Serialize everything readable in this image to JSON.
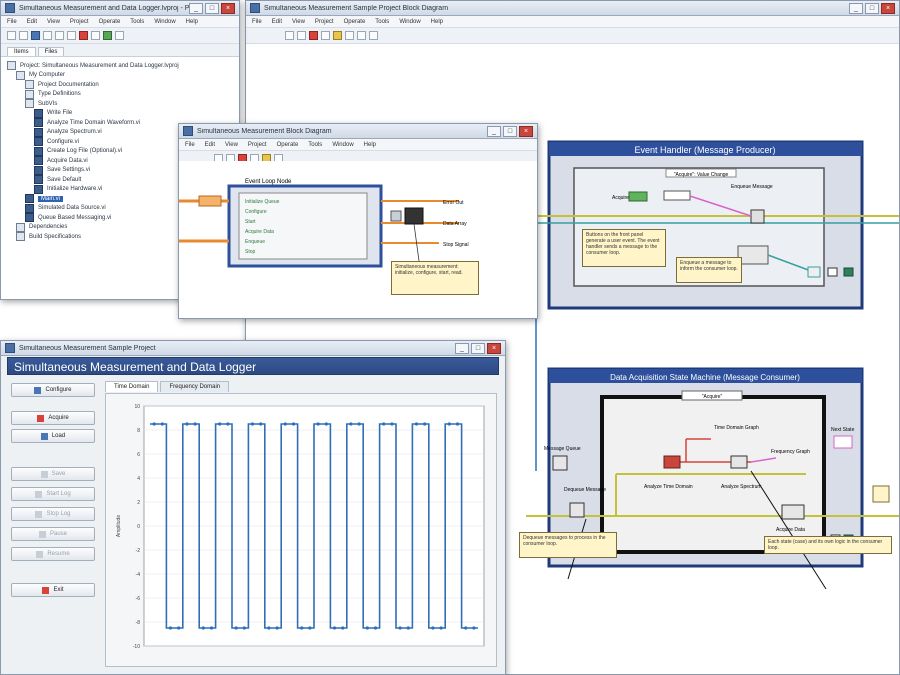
{
  "project_window": {
    "title": "Simultaneous Measurement and Data Logger.lvproj - Project Explorer",
    "menu": [
      "File",
      "Edit",
      "View",
      "Project",
      "Operate",
      "Tools",
      "Window",
      "Help"
    ],
    "tabs": [
      "Items",
      "Files"
    ],
    "tree": [
      {
        "label": "Project: Simultaneous Measurement and Data Logger.lvproj",
        "indent": 0,
        "kind": "proj"
      },
      {
        "label": "My Computer",
        "indent": 1,
        "kind": "folder"
      },
      {
        "label": "Project Documentation",
        "indent": 2,
        "kind": "folder"
      },
      {
        "label": "Type Definitions",
        "indent": 2,
        "kind": "folder"
      },
      {
        "label": "SubVIs",
        "indent": 2,
        "kind": "folder"
      },
      {
        "label": "Write File",
        "indent": 3,
        "kind": "vi"
      },
      {
        "label": "Analyze Time Domain Waveform.vi",
        "indent": 3,
        "kind": "vi"
      },
      {
        "label": "Analyze Spectrum.vi",
        "indent": 3,
        "kind": "vi"
      },
      {
        "label": "Configure.vi",
        "indent": 3,
        "kind": "vi"
      },
      {
        "label": "Create Log File (Optional).vi",
        "indent": 3,
        "kind": "vi"
      },
      {
        "label": "Acquire Data.vi",
        "indent": 3,
        "kind": "vi"
      },
      {
        "label": "Save Settings.vi",
        "indent": 3,
        "kind": "vi"
      },
      {
        "label": "Save Default",
        "indent": 3,
        "kind": "vi"
      },
      {
        "label": "Initialize Hardware.vi",
        "indent": 3,
        "kind": "vi"
      },
      {
        "label": "Main.vi",
        "indent": 2,
        "kind": "vi",
        "selected": true
      },
      {
        "label": "Simulated Data Source.vi",
        "indent": 2,
        "kind": "vi"
      },
      {
        "label": "Queue Based Messaging.vi",
        "indent": 2,
        "kind": "vi"
      },
      {
        "label": "Dependencies",
        "indent": 1,
        "kind": "folder"
      },
      {
        "label": "Build Specifications",
        "indent": 1,
        "kind": "folder"
      }
    ]
  },
  "main_diagram": {
    "title": "Simultaneous Measurement Sample Project Block Diagram",
    "menu": [
      "File",
      "Edit",
      "View",
      "Project",
      "Operate",
      "Tools",
      "Window",
      "Help"
    ],
    "event_loop_title": "Event Handler (Message Producer)",
    "event_case_label": "\"Acquire\": Value Change",
    "message_loop_title": "Data Acquisition State Machine (Message Consumer)",
    "message_case_label": "\"Acquire\"",
    "nodes": {
      "acquire": "Acquire",
      "enqueue": "Enqueue Message",
      "message_queue": "Message Queue",
      "dequeue": "Dequeue Message",
      "time_domain": "Time Domain Graph",
      "frequency": "Frequency Graph",
      "analyze_time": "Analyze Time Domain",
      "analyze_freq": "Analyze Spectrum",
      "acquire_data": "Acquire Data",
      "next_state": "Next State"
    },
    "notes": {
      "event_note": "Buttons on the front panel generate a user event. The event handler sends a message to the consumer loop.",
      "enqueue_note": "Enqueue a message to inform the consumer loop.",
      "dequeue_note": "Dequeue messages to process in the consumer loop.",
      "state_note": "Each state (case) and its own logic in the consumer loop."
    }
  },
  "small_diagram": {
    "title": "Simultaneous Measurement Block Diagram",
    "menu": [
      "File",
      "Edit",
      "View",
      "Project",
      "Operate",
      "Tools",
      "Window",
      "Help"
    ],
    "loop_label": "Event Loop Node",
    "code_lines": [
      "Initialize Queue",
      "Configure",
      "Start",
      "Acquire Data",
      "Enqueue",
      "Stop"
    ],
    "outputs": [
      "Error Out",
      "Data Array",
      "Stop Signal"
    ],
    "note": "Simultaneous measurement: initialize, configure, start, read."
  },
  "front_panel": {
    "title": "Simultaneous Measurement Sample Project",
    "header": "Simultaneous Measurement and Data Logger",
    "buttons": [
      {
        "label": "Configure",
        "enabled": true,
        "icon": "#4b76b5"
      },
      {
        "label": "Acquire",
        "enabled": true,
        "icon": "#d8423a"
      },
      {
        "label": "Load",
        "enabled": true,
        "icon": "#4b76b5"
      },
      {
        "label": "Save",
        "enabled": false,
        "icon": "#c8ced6"
      },
      {
        "label": "Start Log",
        "enabled": false,
        "icon": "#c8ced6"
      },
      {
        "label": "Stop Log",
        "enabled": false,
        "icon": "#c8ced6"
      },
      {
        "label": "Pause",
        "enabled": false,
        "icon": "#c8ced6"
      },
      {
        "label": "Resume",
        "enabled": false,
        "icon": "#c8ced6"
      },
      {
        "label": "Exit",
        "enabled": true,
        "icon": "#d8423a"
      }
    ],
    "graph_tabs": [
      "Time Domain",
      "Frequency Domain"
    ],
    "active_tab": "Time Domain",
    "y_axis_label": "Amplitude",
    "y_ticks": [
      "10",
      "8",
      "6",
      "4",
      "2",
      "0",
      "-2",
      "-4",
      "-6",
      "-8",
      "-10"
    ],
    "chart_data": {
      "type": "line",
      "title": "",
      "xlabel": "",
      "ylabel": "Amplitude",
      "ylim": [
        -10,
        10
      ],
      "grid": true,
      "series": [
        {
          "values": [
            8.5,
            8.5,
            -8.5,
            -8.5,
            8.5,
            8.5,
            -8.5,
            -8.5,
            8.5,
            8.5,
            -8.5,
            -8.5,
            8.5,
            8.5,
            -8.5,
            -8.5,
            8.5,
            8.5,
            -8.5,
            -8.5,
            8.5,
            8.5,
            -8.5,
            -8.5,
            8.5,
            8.5,
            -8.5,
            -8.5,
            8.5,
            8.5,
            -8.5,
            -8.5,
            8.5,
            8.5,
            -8.5,
            -8.5,
            8.5,
            8.5,
            -8.5,
            -8.5
          ]
        }
      ],
      "color": "#2f6fb8"
    }
  }
}
